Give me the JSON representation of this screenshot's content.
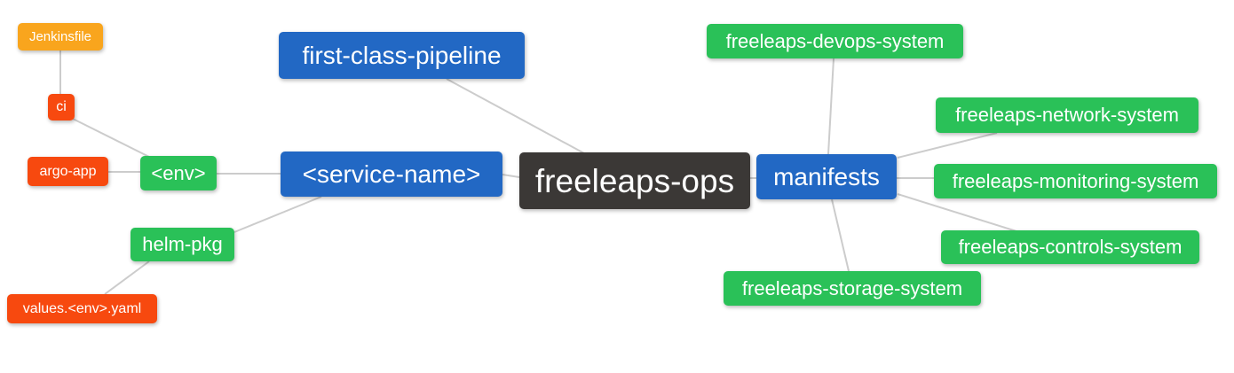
{
  "colors": {
    "root": "#3B3836",
    "blue": "#2268C4",
    "green": "#2AC158",
    "red": "#F7490F",
    "amber": "#F9A51D",
    "edge": "#CCCCCC",
    "text": "#FFFFFF",
    "background": "#FFFFFF"
  },
  "nodes": {
    "root": {
      "label": "freeleaps-ops"
    },
    "first_class_pipeline": {
      "label": "first-class-pipeline"
    },
    "service_name": {
      "label": "<service-name>"
    },
    "env": {
      "label": "<env>"
    },
    "helm_pkg": {
      "label": "helm-pkg"
    },
    "ci": {
      "label": "ci"
    },
    "argo_app": {
      "label": "argo-app"
    },
    "jenkinsfile": {
      "label": "Jenkinsfile"
    },
    "values_yaml": {
      "label": "values.<env>.yaml"
    },
    "manifests": {
      "label": "manifests"
    },
    "devops_system": {
      "label": "freeleaps-devops-system"
    },
    "network_system": {
      "label": "freeleaps-network-system"
    },
    "monitoring_system": {
      "label": "freeleaps-monitoring-system"
    },
    "controls_system": {
      "label": "freeleaps-controls-system"
    },
    "storage_system": {
      "label": "freeleaps-storage-system"
    }
  },
  "edges": [
    [
      "freeleaps-ops",
      "first-class-pipeline"
    ],
    [
      "freeleaps-ops",
      "<service-name>"
    ],
    [
      "freeleaps-ops",
      "manifests"
    ],
    [
      "<service-name>",
      "<env>"
    ],
    [
      "<service-name>",
      "helm-pkg"
    ],
    [
      "<env>",
      "argo-app"
    ],
    [
      "<env>",
      "ci"
    ],
    [
      "ci",
      "Jenkinsfile"
    ],
    [
      "helm-pkg",
      "values.<env>.yaml"
    ],
    [
      "manifests",
      "freeleaps-devops-system"
    ],
    [
      "manifests",
      "freeleaps-network-system"
    ],
    [
      "manifests",
      "freeleaps-monitoring-system"
    ],
    [
      "manifests",
      "freeleaps-controls-system"
    ],
    [
      "manifests",
      "freeleaps-storage-system"
    ]
  ]
}
